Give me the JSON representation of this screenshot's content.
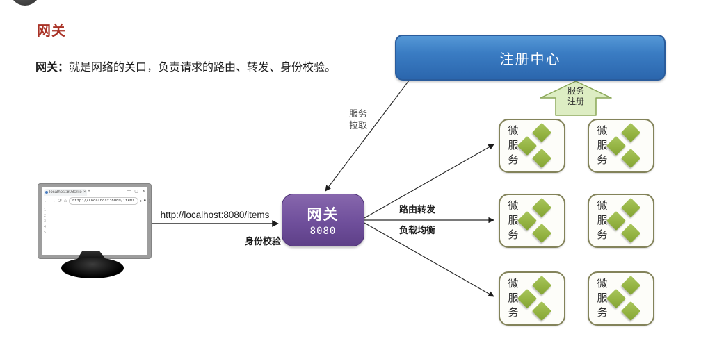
{
  "page": {
    "title": "网关",
    "intro_label": "网关：",
    "intro_text": "就是网络的关口，负责请求的路由、转发、身份校验。"
  },
  "registry": {
    "label": "注册中心"
  },
  "gateway": {
    "label": "网关",
    "port": "8080"
  },
  "client_monitor": {
    "tab_title": "localhost:8080/items",
    "tab_close": "×",
    "new_tab": "+",
    "win_min": "—",
    "win_max": "▢",
    "win_close": "✕",
    "nav_back": "←",
    "nav_forward": "→",
    "nav_refresh": "⟳",
    "nav_home": "⌂",
    "address": "http://localhost:8080/items",
    "ext_icon": "▸",
    "profile_icon": "●",
    "menu_icon": "⋮",
    "line_numbers": [
      "1",
      "2",
      "3",
      "4",
      "5"
    ]
  },
  "edges": {
    "request": {
      "label": "http://localhost:8080/items",
      "auth_label": "身份校验"
    },
    "pull": {
      "line1": "服务",
      "line2": "拉取"
    },
    "register": {
      "line1": "服务",
      "line2": "注册"
    },
    "route_label": "路由转发",
    "balance_label": "负载均衡"
  },
  "microservices": {
    "label_chars": [
      "微",
      "服",
      "务"
    ],
    "count": 6
  },
  "colors": {
    "title_red": "#a93226",
    "registry_blue": "#3a7cc3",
    "registry_border": "#2a5c9c",
    "gateway_purple": "#6f4f9b",
    "gateway_border": "#4f3377",
    "diamond_green": "#93b241",
    "ms_border_olive": "#83835a",
    "register_arrow_fill": "#ddedc3",
    "register_arrow_border": "#8aa757"
  }
}
